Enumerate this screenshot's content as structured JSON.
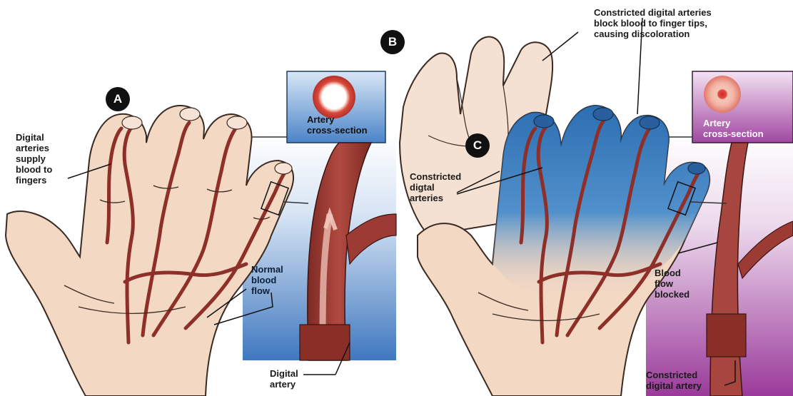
{
  "panels": {
    "a": {
      "badge": "A"
    },
    "b": {
      "badge": "B"
    },
    "c": {
      "badge": "C"
    }
  },
  "labels": {
    "digital_arteries_supply": [
      "Digital",
      "arteries",
      "supply",
      "blood to",
      "fingers"
    ],
    "normal_blood_flow": [
      "Normal",
      "blood",
      "flow"
    ],
    "digital_artery": [
      "Digital",
      "artery"
    ],
    "artery_cross_section_normal": [
      "Artery",
      "cross-section"
    ],
    "constricted_top": [
      "Constricted digital arteries",
      "block blood to finger tips,",
      "causing discoloration"
    ],
    "constricted_digital_arteries": [
      "Constricted",
      "digtal",
      "arteries"
    ],
    "artery_cross_section_constricted": [
      "Artery",
      "cross-section"
    ],
    "blood_flow_blocked": [
      "Blood",
      "flow",
      "blocked"
    ],
    "constricted_digital_artery": [
      "Constricted",
      "digital artery"
    ]
  },
  "colors": {
    "skin": "#f3d8c3",
    "skin_outline": "#3a2a22",
    "artery": "#a9423c",
    "artery_dark": "#6e211d",
    "blue_bg": "#4f86c6",
    "purple_bg": "#9b3f9c",
    "cyanosis": "#1f6fb5"
  }
}
